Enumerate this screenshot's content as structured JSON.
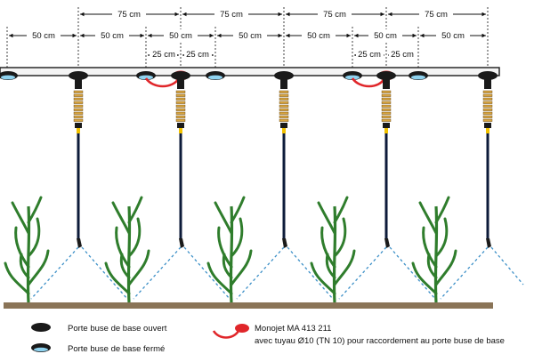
{
  "dimensions": {
    "spacing_75": "75 cm",
    "spacing_50": "50 cm",
    "spacing_25": "25 cm"
  },
  "legend": {
    "open_base_label": "Porte buse de base ouvert",
    "closed_base_label": "Porte buse de base fermé",
    "monojet_title": "Monojet MA 413 211",
    "monojet_desc": "avec tuyau Ø10 (TN 10) pour raccordement au porte buse de base"
  },
  "colors": {
    "boom": "#f4f4f4",
    "nozzle_body": "#1a1a1a",
    "closed_tint": "#8fd3f0",
    "monojet": "#e0262a",
    "spring": "#d9a640",
    "dropper_tip": "#f2c200",
    "spray": "#3b8fc7",
    "plant": "#2f7d2c",
    "soil": "#8a7457"
  }
}
